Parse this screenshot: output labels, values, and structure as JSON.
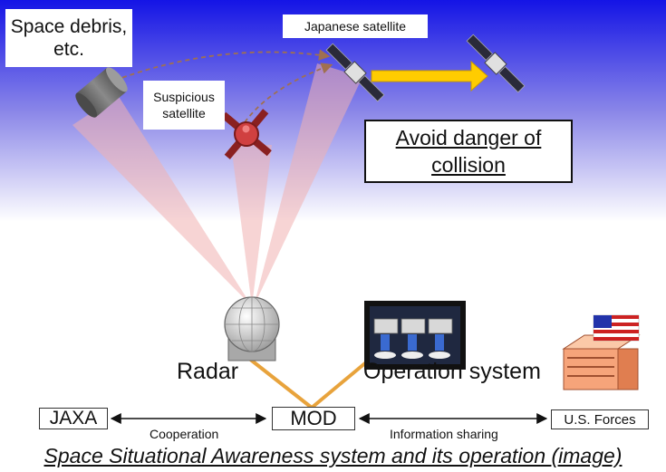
{
  "labels": {
    "debris": "Space debris, etc.",
    "suspicious": "Suspicious satellite",
    "japanese": "Japanese satellite",
    "avoid": "Avoid danger of collision",
    "radar": "Radar",
    "operation_system": "Operation system"
  },
  "organizations": {
    "jaxa": "JAXA",
    "mod": "MOD",
    "us_forces": "U.S. Forces"
  },
  "links": {
    "cooperation": "Cooperation",
    "information_sharing": "Information sharing"
  },
  "caption": "Space Situational Awareness system and its operation (image)",
  "colors": {
    "sky_top": "#1010e8",
    "sky_bottom": "#ffffff",
    "beam": "#f2b8b8",
    "arrow": "#ffcc00",
    "connector": "#e8a33c"
  },
  "icons": [
    "debris-icon",
    "suspicious-satellite-icon",
    "japanese-satellite-icon",
    "radar-dome-icon",
    "operation-console-icon",
    "us-forces-building-icon",
    "us-flag-icon"
  ]
}
